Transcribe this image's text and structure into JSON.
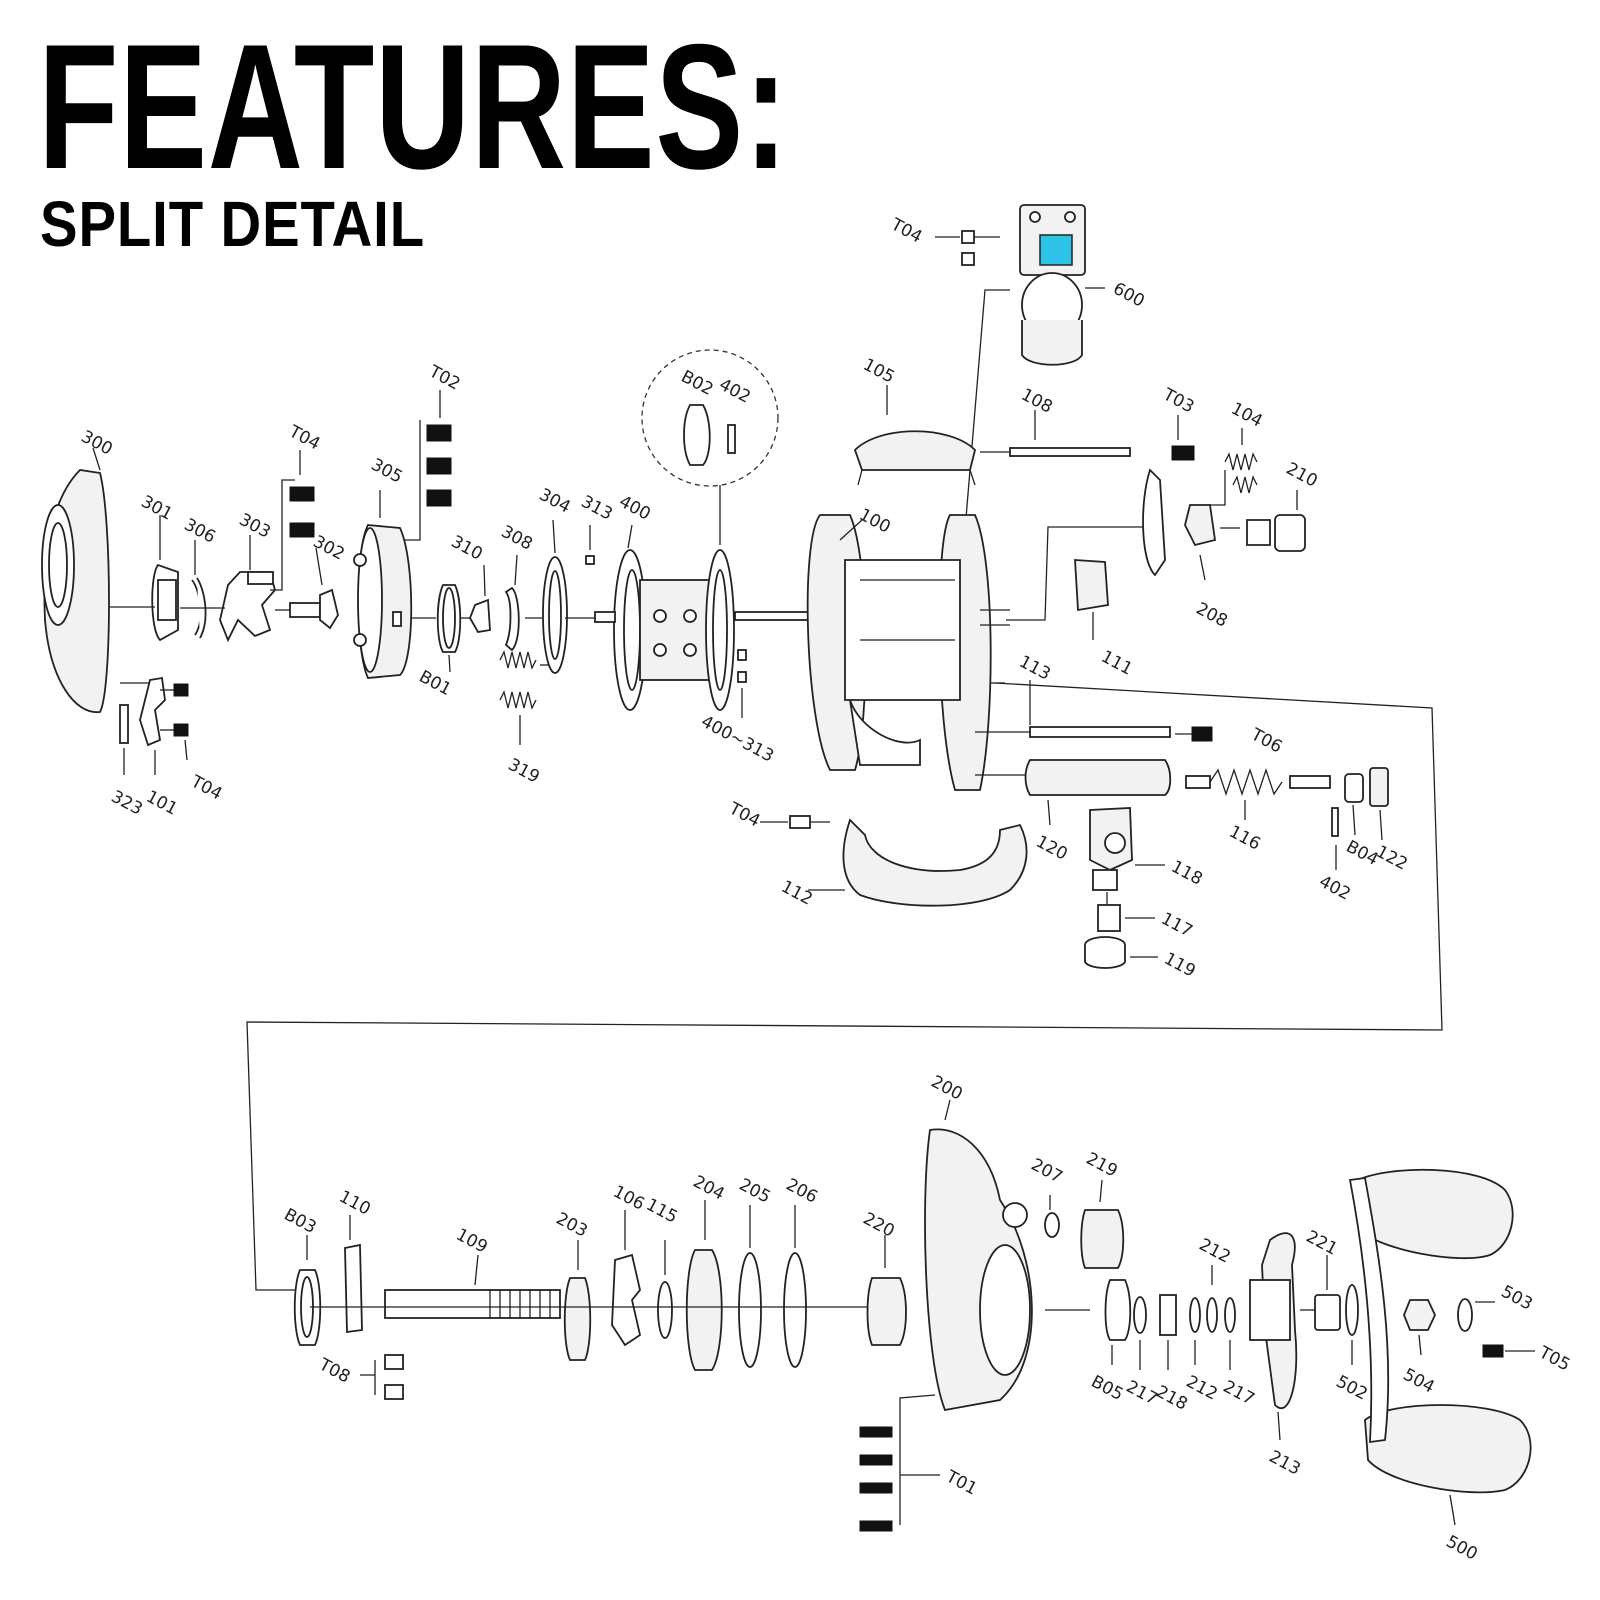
{
  "header": {
    "title": "FEATURES:",
    "subtitle": "SPLIT DETAIL"
  },
  "callouts": {
    "c300": "300",
    "c301": "301",
    "c306": "306",
    "c303": "303",
    "c302": "302",
    "c305": "305",
    "c323": "323",
    "c101": "101",
    "c304T": "T04",
    "cT04a": "T04",
    "cT02": "T02",
    "cB01": "B01",
    "c310": "310",
    "c308": "308",
    "c319": "319",
    "c304": "304",
    "c313": "313",
    "c400": "400",
    "cB02": "B02",
    "c402a": "402",
    "c400313": "400~313",
    "c105": "105",
    "c108": "108",
    "c100": "100",
    "cT04top": "T04",
    "c600": "600",
    "cT03": "T03",
    "c104": "104",
    "c210": "210",
    "c208": "208",
    "c111": "111",
    "c113": "113",
    "cT06": "T06",
    "c116": "116",
    "cB04": "B04",
    "c122": "122",
    "c402b": "402",
    "c120": "120",
    "c118": "118",
    "c117": "117",
    "c119": "119",
    "cT04mid": "T04",
    "c112": "112",
    "cB03": "B03",
    "c110": "110",
    "c109": "109",
    "cT08": "T08",
    "c203": "203",
    "c106": "106",
    "c115": "115",
    "c204": "204",
    "c205": "205",
    "c206": "206",
    "c220": "220",
    "c200": "200",
    "c207": "207",
    "c219": "219",
    "cT01": "T01",
    "cB05": "B05",
    "c217a": "217",
    "c218": "218",
    "c212a": "212",
    "c212b": "212",
    "c217b": "217",
    "c213": "213",
    "c221": "221",
    "c502": "502",
    "c504": "504",
    "c503": "503",
    "cT05": "T05",
    "c500": "500"
  },
  "colors": {
    "screen": "#2ec4e8",
    "line": "#222222"
  }
}
